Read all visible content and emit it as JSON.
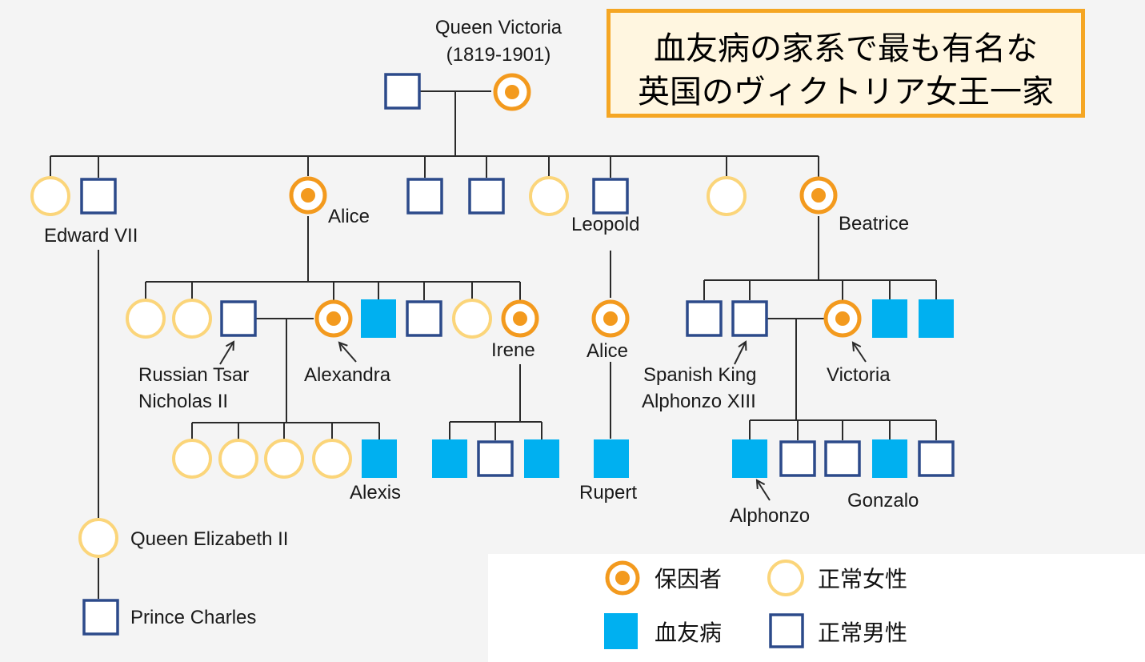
{
  "title": {
    "line1": "血友病の家系で最も有名な",
    "line2": "英国のヴィクトリア女王一家"
  },
  "people": {
    "queen_victoria": "Queen Victoria",
    "queen_victoria_dates": "(1819-1901)",
    "edward_vii": "Edward VII",
    "alice": "Alice",
    "leopold": "Leopold",
    "beatrice": "Beatrice",
    "russian_tsar_1": "Russian Tsar",
    "russian_tsar_2": "Nicholas II",
    "alexandra": "Alexandra",
    "irene": "Irene",
    "alice_2": "Alice",
    "spanish_king_1": "Spanish King",
    "spanish_king_2": "Alphonzo XIII",
    "victoria": "Victoria",
    "alexis": "Alexis",
    "rupert": "Rupert",
    "alphonzo": "Alphonzo",
    "gonzalo": "Gonzalo",
    "queen_elizabeth_ii": "Queen Elizabeth II",
    "prince_charles": "Prince Charles"
  },
  "legend": {
    "carrier": "保因者",
    "normal_female": "正常女性",
    "hemophilia": "血友病",
    "normal_male": "正常男性"
  },
  "colors": {
    "carrier_ring": "#f39a1e",
    "normal_female": "#fbd57a",
    "male_outline": "#2c4a8a",
    "hemophilia_fill": "#00b0f0",
    "line": "#2a2a2a",
    "title_border": "#f5a623"
  }
}
